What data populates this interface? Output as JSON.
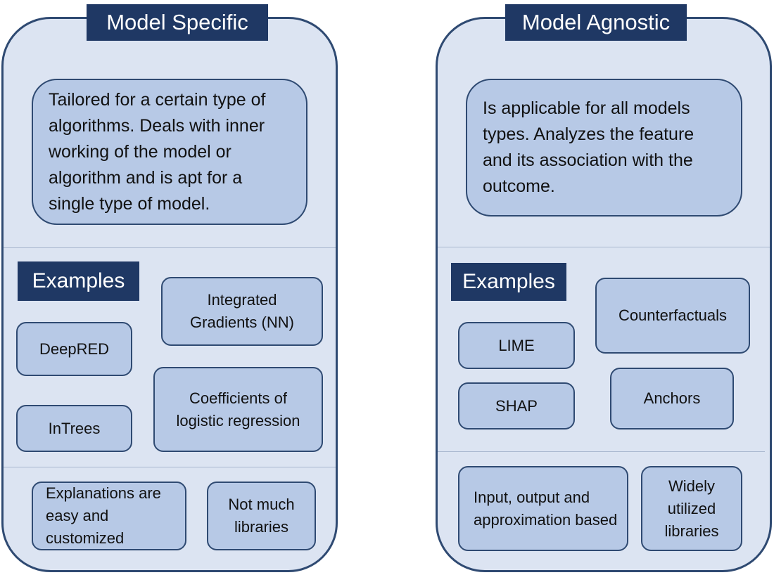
{
  "left": {
    "title": "Model Specific",
    "description": "Tailored for a certain type of algorithms. Deals with inner working of the model or algorithm and is apt for a single type of model.",
    "examples_label": "Examples",
    "examples": {
      "integrated_gradients": "Integrated Gradients (NN)",
      "deepred": "DeepRED",
      "coefficients": "Coefficients of logistic regression",
      "intrees": "InTrees"
    },
    "notes": {
      "explanations": "Explanations are easy and customized",
      "libraries": "Not much libraries"
    }
  },
  "right": {
    "title": "Model Agnostic",
    "description": "Is applicable for all models types. Analyzes the feature and its association with the outcome.",
    "examples_label": "Examples",
    "examples": {
      "counterfactuals": "Counterfactuals",
      "lime": "LIME",
      "anchors": "Anchors",
      "shap": "SHAP"
    },
    "notes": {
      "input_output": "Input, output and approximation based",
      "libraries": "Widely utilized libraries"
    }
  }
}
